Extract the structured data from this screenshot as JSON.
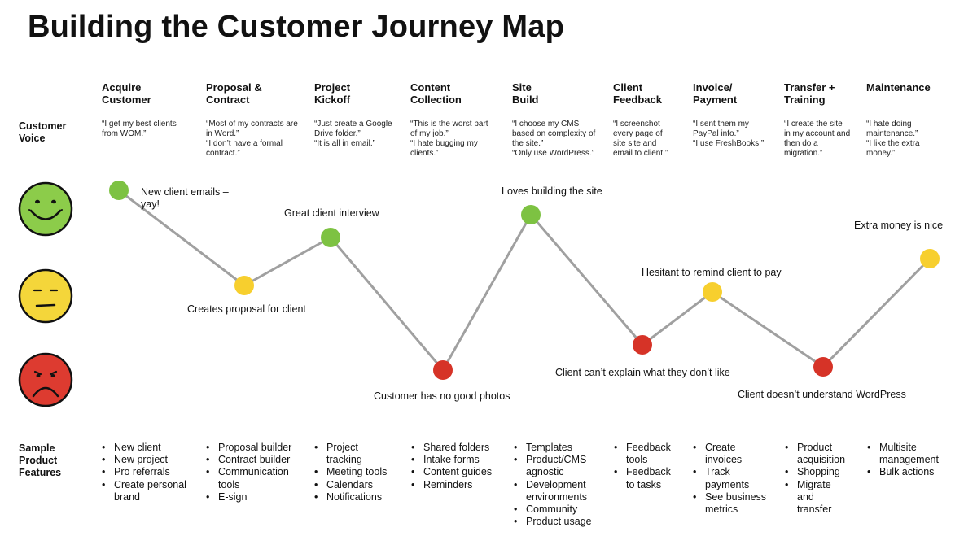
{
  "title": "Building the Customer Journey Map",
  "row_labels": {
    "voice": "Customer\nVoice",
    "features": "Sample\nProduct\nFeatures"
  },
  "stages": [
    {
      "name": "Acquire\nCustomer",
      "voice": "“I get my best clients\nfrom WOM.”",
      "features": [
        "New client",
        "New project",
        "Pro referrals",
        "Create personal\nbrand"
      ]
    },
    {
      "name": "Proposal &\nContract",
      "voice": "“Most of my contracts are\nin Word.”\n“I don’t have a formal\ncontract.”",
      "features": [
        "Proposal builder",
        "Contract builder",
        "Communication\ntools",
        "E-sign"
      ]
    },
    {
      "name": "Project\nKickoff",
      "voice": "“Just create a Google\nDrive folder.”\n“It is all in email.”",
      "features": [
        "Project\ntracking",
        "Meeting tools",
        "Calendars",
        "Notifications"
      ]
    },
    {
      "name": "Content\nCollection",
      "voice": "“This is the worst part\nof my job.”\n“I hate bugging my\nclients.”",
      "features": [
        "Shared folders",
        "Intake forms",
        "Content guides",
        "Reminders"
      ]
    },
    {
      "name": "Site\nBuild",
      "voice": "“I choose my CMS\nbased on complexity of\nthe site.”\n“Only use WordPress.”",
      "features": [
        "Templates",
        "Product/CMS\nagnostic",
        "Development\nenvironments",
        "Community",
        "Product usage"
      ]
    },
    {
      "name": "Client\nFeedback",
      "voice": "“I screenshot\nevery page of\nsite site and\nemail to client.”",
      "features": [
        "Feedback\ntools",
        "Feedback\nto tasks"
      ]
    },
    {
      "name": "Invoice/\nPayment",
      "voice": "“I sent them my\nPayPal info.”\n“I use FreshBooks.”",
      "features": [
        "Create\ninvoices",
        "Track\npayments",
        "See business\nmetrics"
      ]
    },
    {
      "name": "Transfer +\nTraining",
      "voice": "“I create the site\nin my account and\nthen do a\nmigration.”",
      "features": [
        "Product\nacquisition",
        "Shopping",
        "Migrate\nand\ntransfer"
      ]
    },
    {
      "name": "Maintenance",
      "voice": "“I hate doing\nmaintenance.”\n“I like the extra\nmoney.”",
      "features": [
        "Multisite\nmanagement",
        "Bulk actions"
      ]
    }
  ],
  "moments": [
    {
      "text": "New client emails –\nyay!",
      "mood": "happy"
    },
    {
      "text": "Creates proposal for client",
      "mood": "neutral"
    },
    {
      "text": "Great client interview",
      "mood": "happy"
    },
    {
      "text": "Customer has no good photos",
      "mood": "sad"
    },
    {
      "text": "Loves building the site",
      "mood": "happy"
    },
    {
      "text": "Client can’t explain what they don’t like",
      "mood": "sad"
    },
    {
      "text": "Hesitant to remind client to pay",
      "mood": "neutral"
    },
    {
      "text": "Client doesn’t understand WordPress",
      "mood": "sad"
    },
    {
      "text": "Extra money is nice",
      "mood": "neutral"
    }
  ],
  "colors": {
    "happy": "#7dc242",
    "neutral": "#f7cf2e",
    "sad": "#d63327",
    "line": "#a0a0a0",
    "face_happy": "#8ccc4a",
    "face_neutral": "#f4d63a",
    "face_sad": "#dd3b30"
  },
  "faces": [
    "smiley-face-icon",
    "neutral-face-icon",
    "frowning-face-icon"
  ]
}
